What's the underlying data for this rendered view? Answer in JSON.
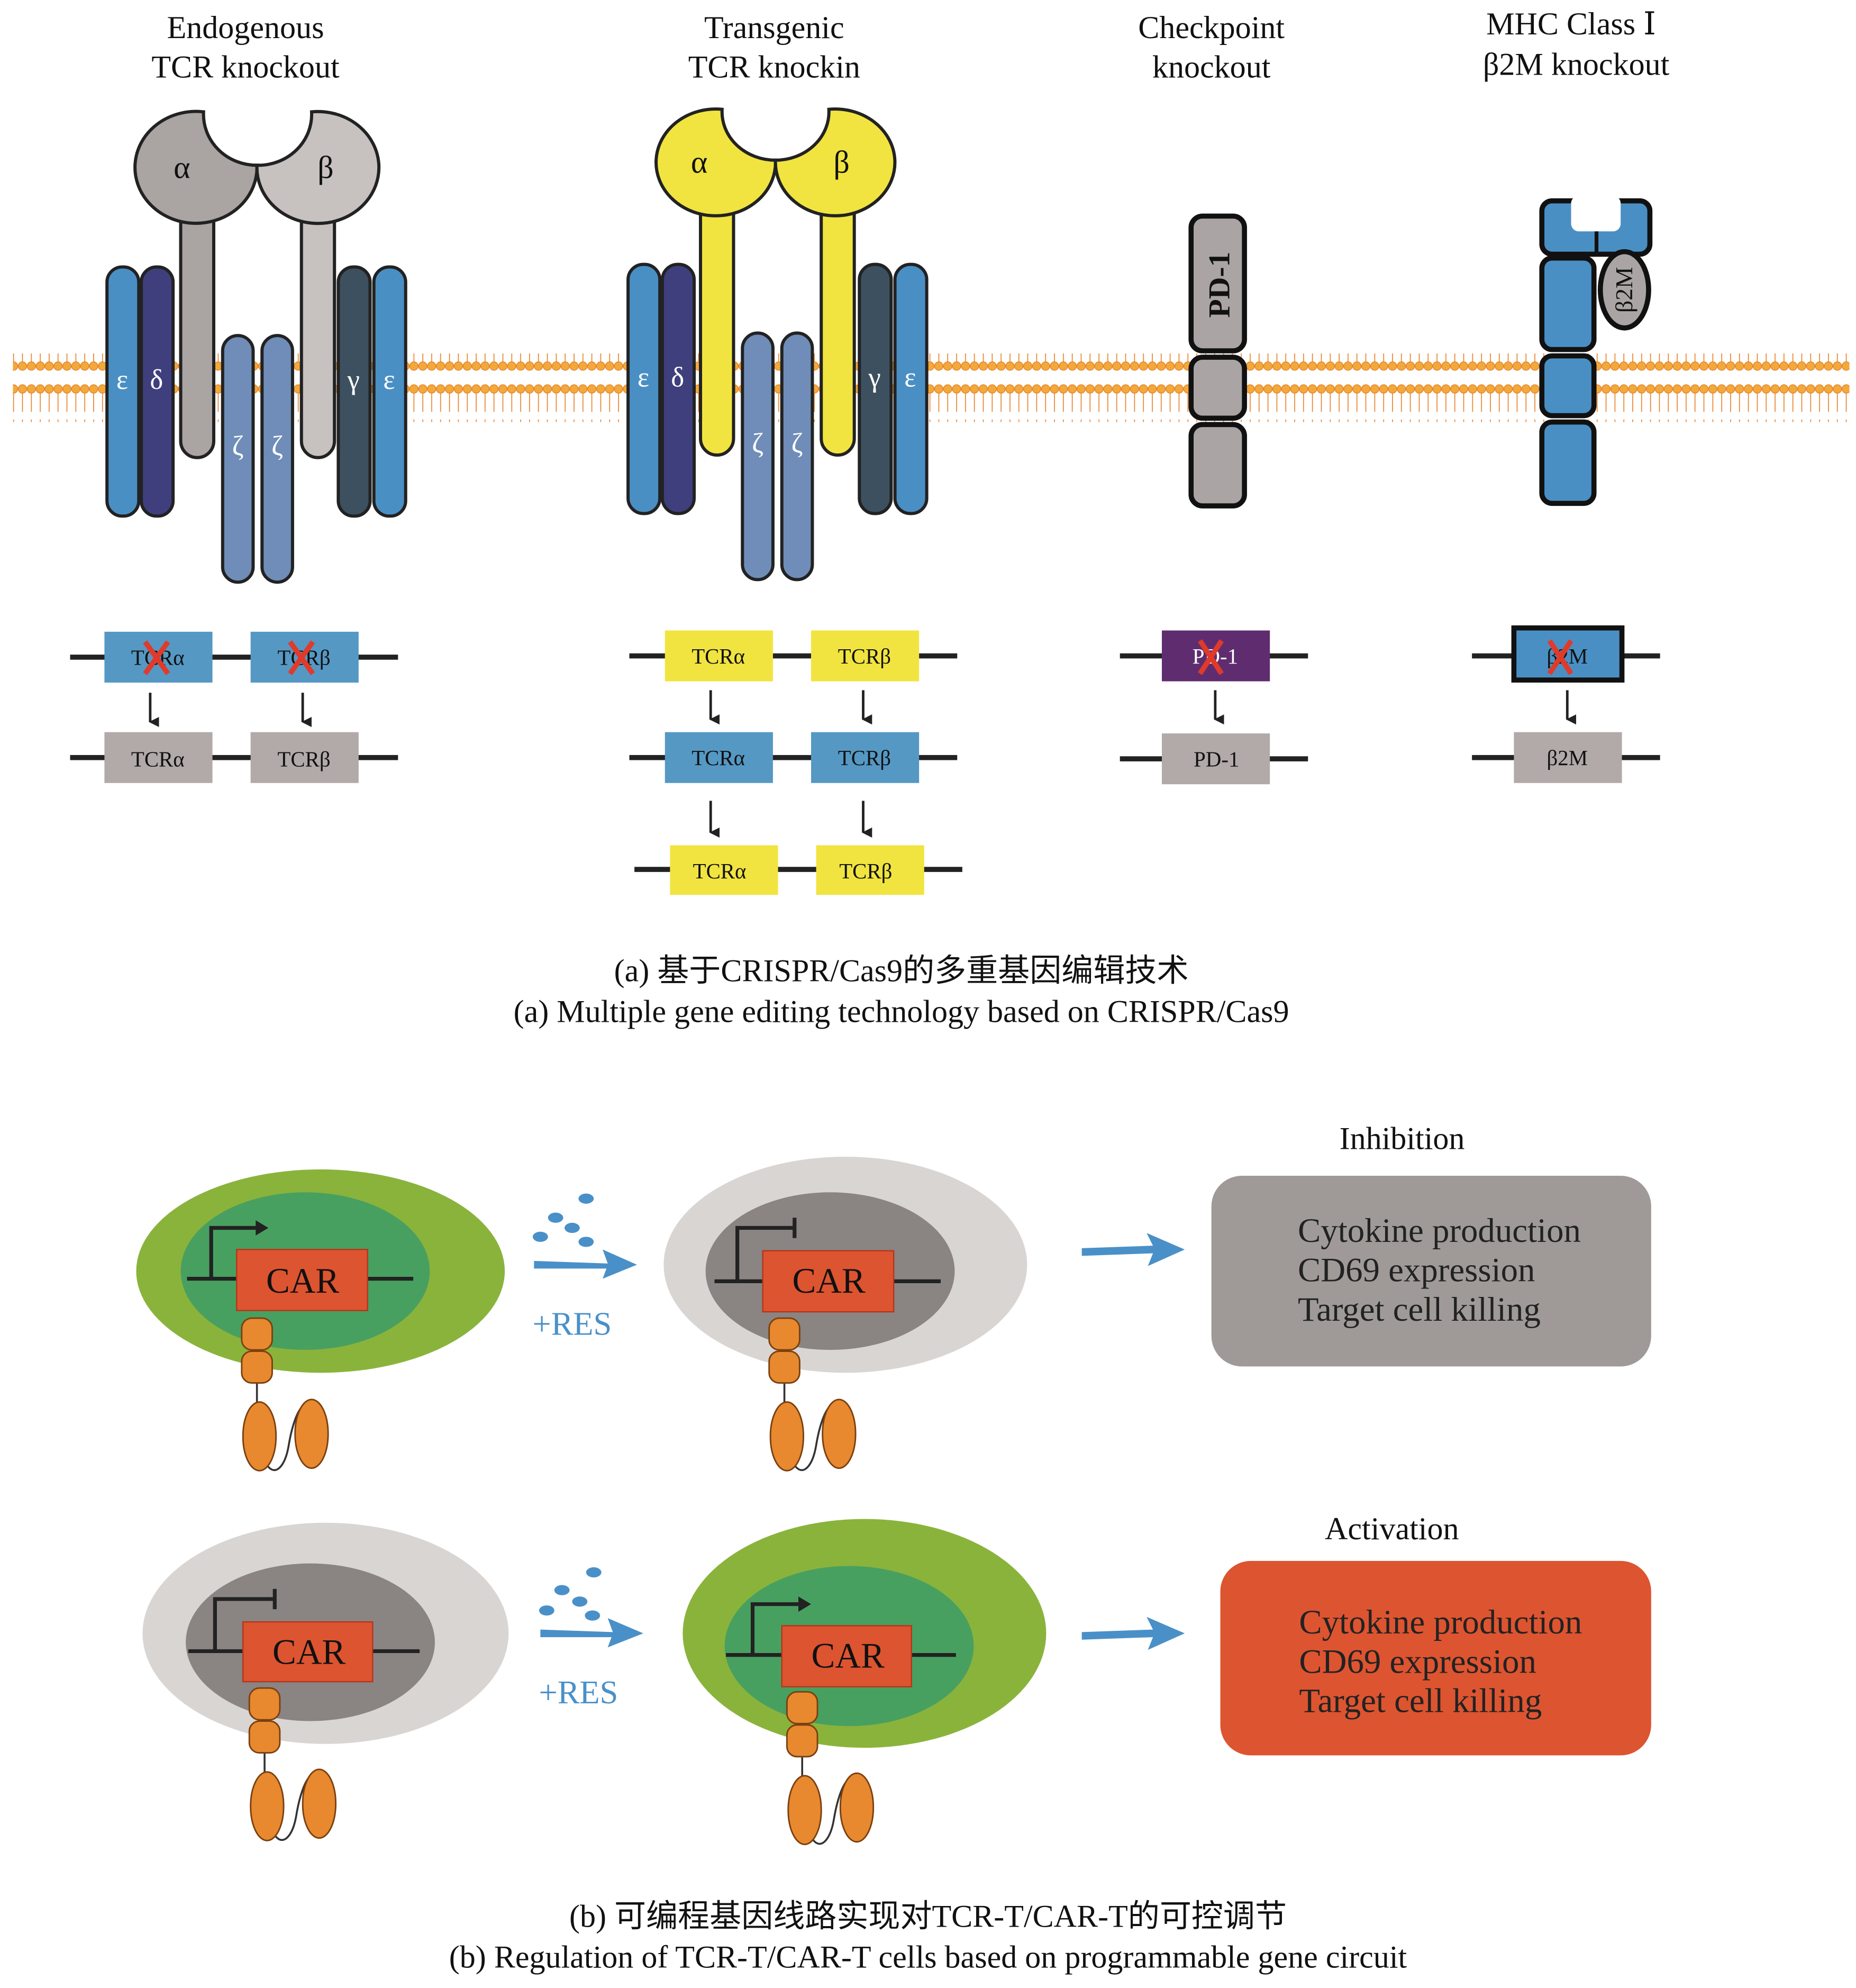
{
  "panel_a": {
    "columns": [
      {
        "title_line1": "Endogenous",
        "title_line2": "TCR knockout"
      },
      {
        "title_line1": "Transgenic",
        "title_line2": "TCR knockin"
      },
      {
        "title_line1": "Checkpoint",
        "title_line2": "knockout"
      },
      {
        "title_line1": "MHC Class Ⅰ",
        "title_line2": "β2M knockout"
      }
    ],
    "subunits": {
      "alpha": "α",
      "beta": "β",
      "epsilon": "ε",
      "delta": "δ",
      "zeta": "ζ",
      "gamma": "γ",
      "pd1": "PD-1",
      "b2m": "β2M"
    },
    "genes": {
      "tcra": "TCRα",
      "tcrb": "TCRβ",
      "pd1": "PD-1",
      "b2m": "β2M"
    },
    "caption_cn": "(a) 基于CRISPR/Cas9的多重基因编辑技术",
    "caption_en": "(a) Multiple gene editing technology based on CRISPR/Cas9"
  },
  "panel_b": {
    "car_label": "CAR",
    "res_label": "+RES",
    "inhibition": {
      "title": "Inhibition",
      "lines": [
        "Cytokine production",
        "CD69 expression",
        "Target cell killing"
      ]
    },
    "activation": {
      "title": "Activation",
      "lines": [
        "Cytokine production",
        "CD69 expression",
        "Target cell killing"
      ]
    },
    "caption_cn": "(b) 可编程基因线路实现对TCR-T/CAR-T的可控调节",
    "caption_en": "(b) Regulation of TCR-T/CAR-T cells based on programmable gene circuit"
  },
  "colors": {
    "membrane": "#f2a93b",
    "tcr_grey_alpha": "#aaa4a3",
    "tcr_grey_beta": "#c7c1c0",
    "tcr_yellow": "#f1e440",
    "epsilon": "#4a8fc4",
    "delta": "#3f3f7e",
    "zeta": "#6f8db8",
    "gamma": "#3d5060",
    "gene_blue": "#5598c4",
    "gene_grey": "#b1aaa8",
    "gene_purple": "#5f2d6f",
    "knockout_x": "#e03a2a",
    "cell_green_outer": "#8ab33c",
    "cell_green_inner": "#48a060",
    "cell_grey_outer": "#d9d5d3",
    "cell_grey_inner": "#8a8482",
    "car": "#dd5430",
    "receptor": "#e8892f",
    "res_blue": "#4a90c8",
    "inhibition_box": "#9f9a98",
    "activation_box": "#dd5430"
  }
}
